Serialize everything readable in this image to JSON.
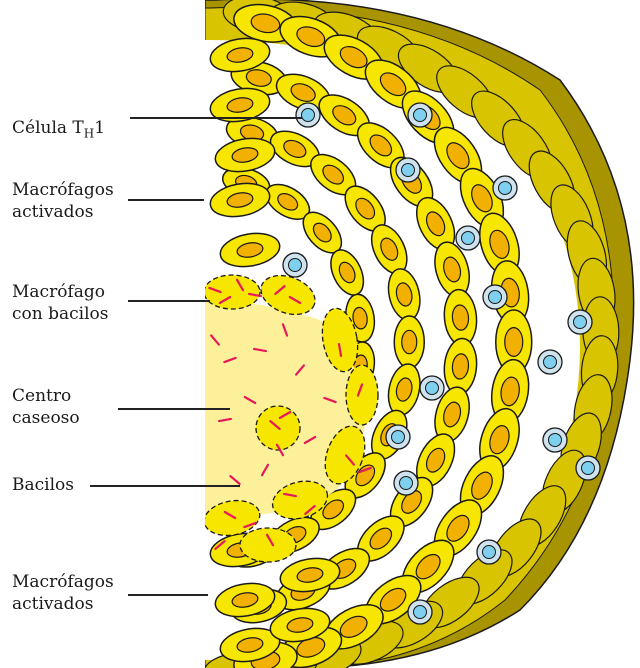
{
  "labels": {
    "th1_cell": {
      "prefix": "Célula T",
      "sub": "H",
      "suffix": "1"
    },
    "activated_macrophages_top": [
      "Macrófagos",
      "activados"
    ],
    "macrophage_with_bacilli": [
      "Macrófago",
      "con bacilos"
    ],
    "caseous_center": [
      "Centro",
      "caseoso"
    ],
    "bacilli": "Bacilos",
    "activated_macrophages_bottom": [
      "Macrófagos",
      "activados"
    ]
  },
  "colors": {
    "macrophage_fill": "#f7e600",
    "macrophage_nucleus": "#f2b000",
    "outer_layer": "#d8c400",
    "outer_layer_dark": "#a89400",
    "th1_cell_outer": "#cfe3ee",
    "th1_cell_inner": "#7fd0ee",
    "caseous_center": "#fdf09a",
    "bacilli": "#e6195a",
    "outline": "#1a1a1a"
  }
}
